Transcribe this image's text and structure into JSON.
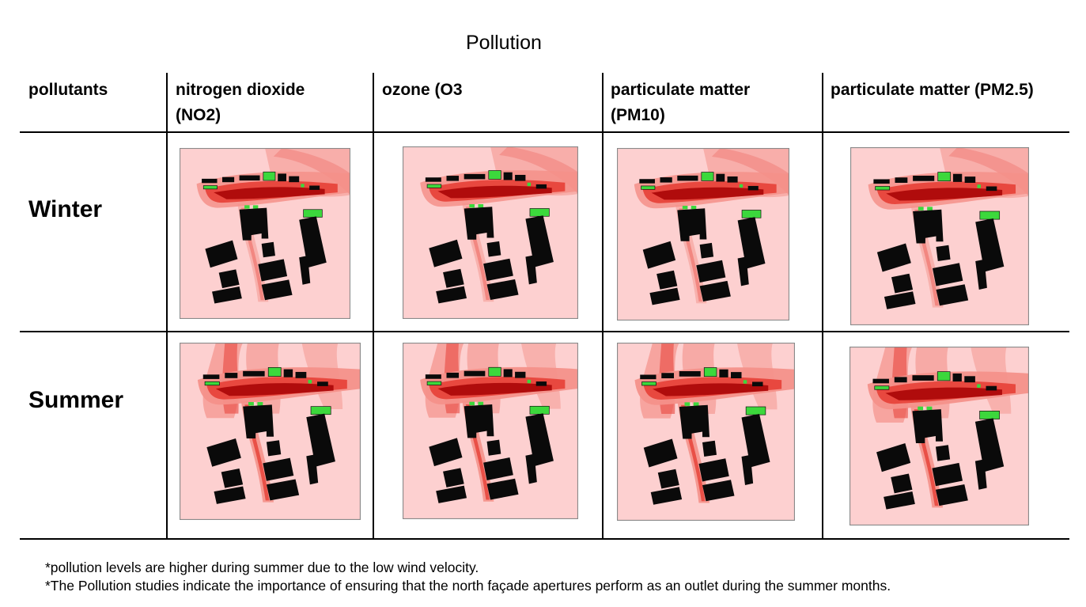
{
  "title": "Pollution",
  "header": {
    "row_label": "pollutants",
    "columns": [
      {
        "line1": "nitrogen dioxide",
        "line2": "(NO2)"
      },
      {
        "line1": "ozone (O3",
        "line2": ""
      },
      {
        "line1": "particulate matter",
        "line2": "(PM10)"
      },
      {
        "line1": "particulate matter (PM2.5)",
        "line2": ""
      }
    ]
  },
  "rows": [
    {
      "label": "Winter",
      "season": "winter"
    },
    {
      "label": "Summer",
      "season": "summer"
    }
  ],
  "notes": [
    "*pollution levels are higher during summer due to the low wind velocity.",
    "*The Pollution studies indicate the importance of ensuring that the north façade apertures perform as an outlet during the summer months."
  ],
  "colors": {
    "background_pink": "#fdd0d0",
    "plume_dark": "#b00c0c",
    "plume_mid": "#e8483f",
    "plume_light": "#f4918a",
    "building": "#0a0a0a",
    "vegetation": "#3cd83c"
  }
}
